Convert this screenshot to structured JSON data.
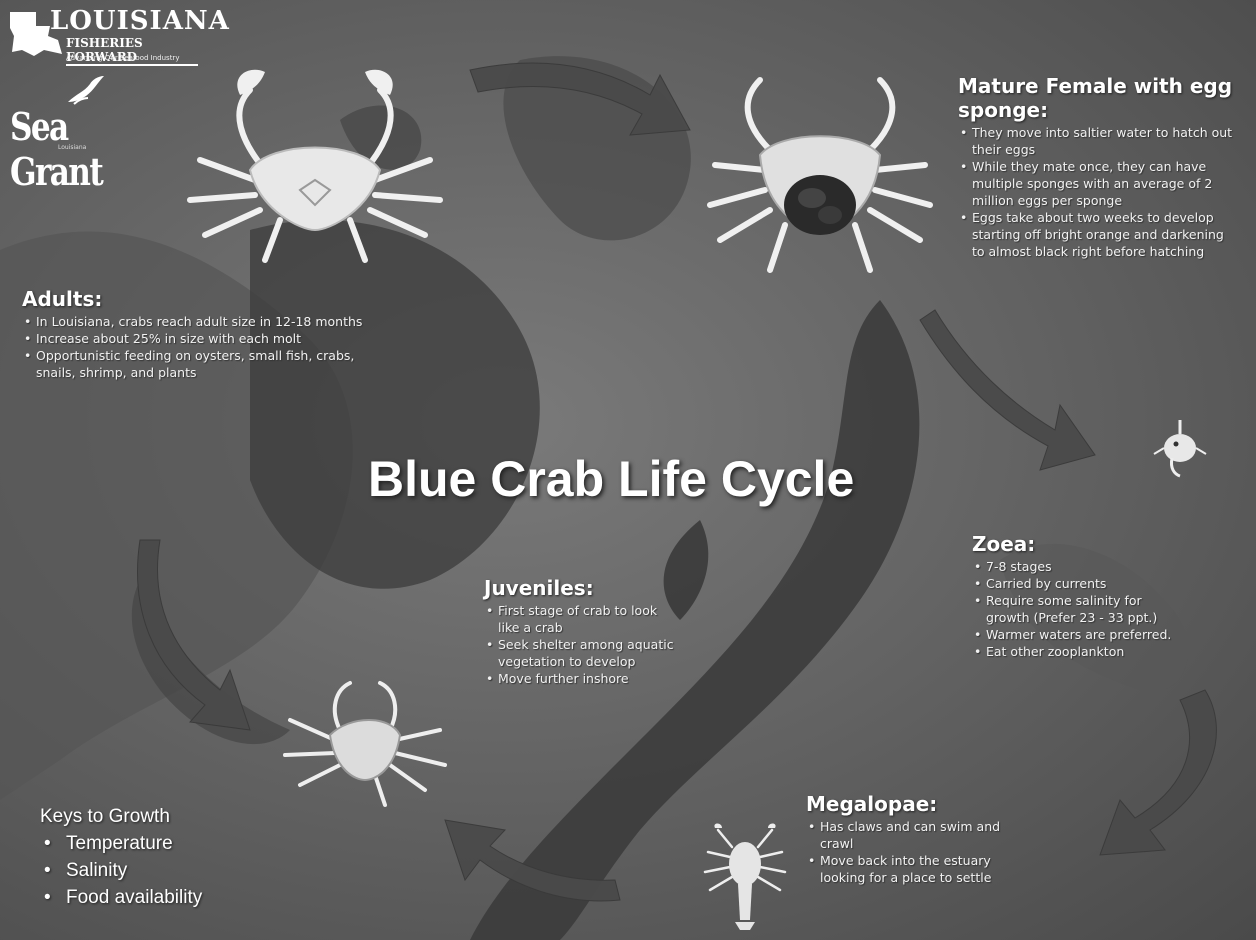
{
  "logos": {
    "louisiana": {
      "title": "LOUISIANA",
      "subtitle": "FISHERIES FORWARD",
      "tagline": "Advancing Our Seafood Industry"
    },
    "sea_grant": {
      "title": "Sea Grant",
      "subtitle": "Louisiana"
    }
  },
  "title": "Blue Crab Life Cycle",
  "adults": {
    "heading": "Adults:",
    "bullets": [
      "In Louisiana, crabs reach adult size in 12-18 months",
      "Increase about 25% in size with each molt",
      "Opportunistic feeding on oysters, small fish, crabs, snails, shrimp, and plants"
    ]
  },
  "mature_female": {
    "heading": "Mature Female with egg sponge:",
    "bullets": [
      "They move into saltier water to hatch out their eggs",
      "While they mate once, they can have multiple sponges with an average of 2 million eggs per sponge",
      "Eggs take about two weeks to develop starting off bright orange and darkening to almost black right before hatching"
    ]
  },
  "zoea": {
    "heading": "Zoea:",
    "bullets": [
      "7-8 stages",
      "Carried by currents",
      "Require some salinity for growth (Prefer 23 - 33 ppt.)",
      "Warmer waters are preferred.",
      "Eat other zooplankton"
    ]
  },
  "juveniles": {
    "heading": "Juveniles:",
    "bullets": [
      "First stage of crab to look like a crab",
      "Seek shelter among aquatic vegetation to develop",
      "Move further inshore"
    ]
  },
  "megalopae": {
    "heading": "Megalopae:",
    "bullets": [
      "Has claws and can swim and crawl",
      "Move back into the estuary looking for a place to settle"
    ]
  },
  "keys": {
    "heading": "Keys to Growth",
    "items": [
      "Temperature",
      "Salinity",
      "Food availability"
    ]
  }
}
